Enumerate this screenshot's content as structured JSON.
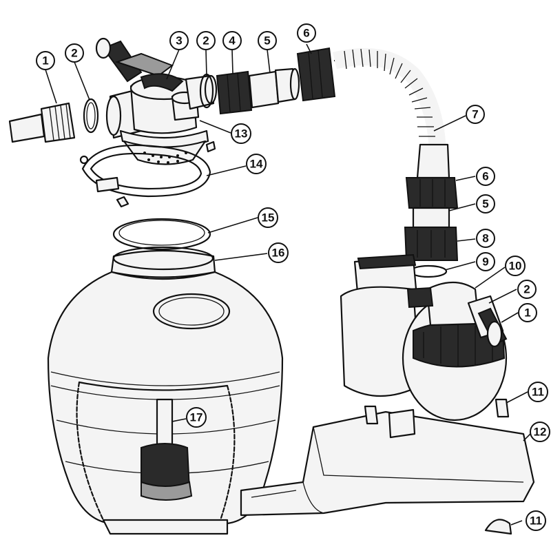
{
  "diagram": {
    "callouts": [
      {
        "id": "c1a",
        "label": "1"
      },
      {
        "id": "c2a",
        "label": "2"
      },
      {
        "id": "c3",
        "label": "3"
      },
      {
        "id": "c2b",
        "label": "2"
      },
      {
        "id": "c4",
        "label": "4"
      },
      {
        "id": "c5a",
        "label": "5"
      },
      {
        "id": "c6a",
        "label": "6"
      },
      {
        "id": "c7",
        "label": "7"
      },
      {
        "id": "c13",
        "label": "13"
      },
      {
        "id": "c14",
        "label": "14"
      },
      {
        "id": "c6b",
        "label": "6"
      },
      {
        "id": "c5b",
        "label": "5"
      },
      {
        "id": "c15",
        "label": "15"
      },
      {
        "id": "c16",
        "label": "16"
      },
      {
        "id": "c8",
        "label": "8"
      },
      {
        "id": "c9",
        "label": "9"
      },
      {
        "id": "c10",
        "label": "10"
      },
      {
        "id": "c2c",
        "label": "2"
      },
      {
        "id": "c1b",
        "label": "1"
      },
      {
        "id": "c11a",
        "label": "11"
      },
      {
        "id": "c17",
        "label": "17"
      },
      {
        "id": "c12",
        "label": "12"
      },
      {
        "id": "c11b",
        "label": "11"
      }
    ]
  }
}
